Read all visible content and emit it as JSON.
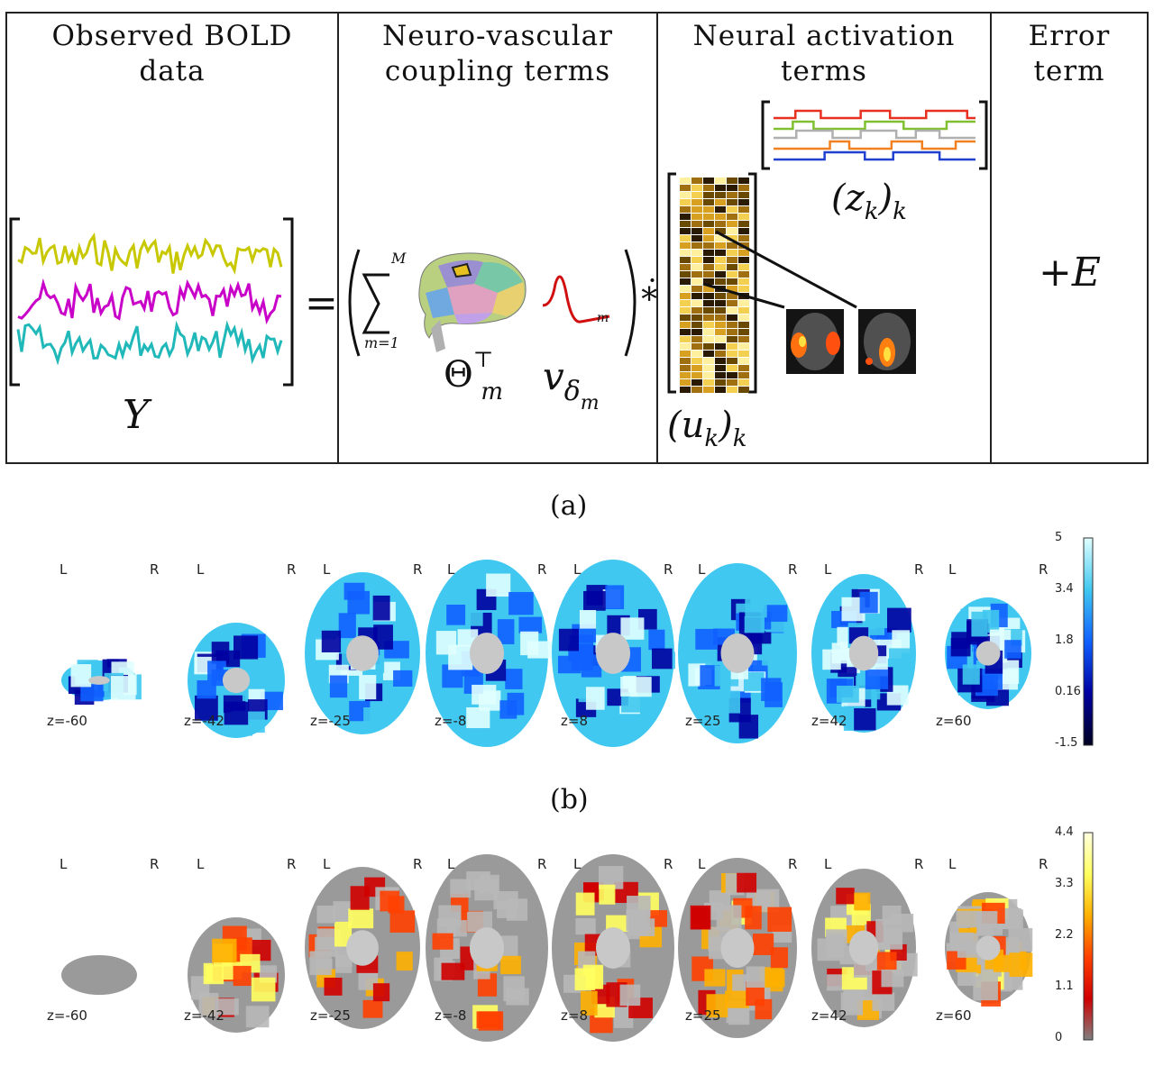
{
  "panel_a": {
    "columns": [
      {
        "title": "Observed BOLD data",
        "title_lines": [
          "Observed BOLD",
          "data"
        ]
      },
      {
        "title": "Neuro-vascular coupling terms",
        "title_lines": [
          "Neuro-vascular",
          "coupling terms"
        ]
      },
      {
        "title": "Neural activation terms",
        "title_lines": [
          "Neural activation",
          "terms"
        ]
      },
      {
        "title": "Error term",
        "title_lines": [
          "Error",
          "term"
        ]
      }
    ],
    "math": {
      "Y": "Y",
      "equals": "=",
      "sum_upper": "M",
      "sum_lower": "m=1",
      "theta": "Θ",
      "theta_sup": "⊤",
      "theta_sub": "m",
      "v": "v",
      "v_sub": "δ",
      "v_subsub": "m",
      "hrf_sub": "m",
      "conv": "∗̇",
      "z": "(z",
      "z_sub": "k",
      "z_close": ")",
      "z_outer_sub": "k",
      "u": "(u",
      "u_sub": "k",
      "u_close": ")",
      "u_outer_sub": "k",
      "error": "+E"
    },
    "signal_colors": [
      "#c8c800",
      "#c800c8",
      "#20b8b8"
    ],
    "z_colors": [
      "#e83020",
      "#80c030",
      "#b0b0b0",
      "#f08020",
      "#2040d0"
    ],
    "caption": "(a)"
  },
  "panel_b": {
    "caption": "(b)",
    "left_label": "L",
    "right_label": "R",
    "slices": [
      "z=-60",
      "z=-42",
      "z=-25",
      "z=-8",
      "z=8",
      "z=25",
      "z=42",
      "z=60"
    ],
    "colorbar_ticks": [
      "5",
      "3.4",
      "1.8",
      "0.16",
      "-1.5"
    ],
    "colormap": [
      "#000020",
      "#0000a0",
      "#1060ff",
      "#40c8f0",
      "#e0ffff"
    ]
  },
  "panel_c": {
    "left_label": "L",
    "right_label": "R",
    "slices": [
      "z=-60",
      "z=-42",
      "z=-25",
      "z=-8",
      "z=8",
      "z=25",
      "z=42",
      "z=60"
    ],
    "colorbar_ticks": [
      "4.4",
      "3.3",
      "2.2",
      "1.1",
      "0"
    ],
    "colormap": [
      "#808080",
      "#d00000",
      "#ff4000",
      "#ffb000",
      "#ffff60",
      "#ffffe0"
    ]
  }
}
